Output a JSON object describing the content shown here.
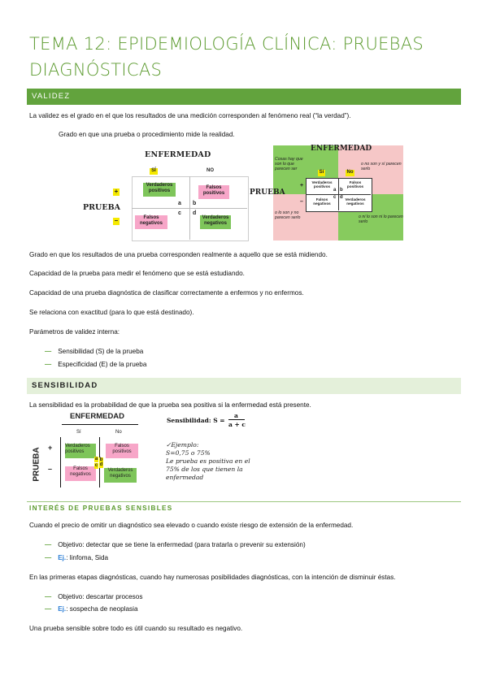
{
  "title": "TEMA 12: EPIDEMIOLOGÍA CLÍNICA: PRUEBAS DIAGNÓSTICAS",
  "sections": {
    "validez": "VALIDEZ",
    "sensibilidad": "SENSIBILIDAD",
    "interes": "INTERÉS DE PRUEBAS SENSIBLES"
  },
  "validez": {
    "intro": "La validez es el grado en el que los resultados de una medición corresponden al fenómeno real (“la verdad”).",
    "grado": "Grado en que una prueba o procedimiento mide la realidad.",
    "lines": [
      "Grado en que los resultados de una prueba corresponden realmente a aquello que se está midiendo.",
      "Capacidad de la prueba para medir el fenómeno que se está estudiando.",
      "Capacidad de una prueba diagnóstica de clasificar correctamente a enfermos y no enfermos.",
      "Se relaciona con exactitud (para lo que está destinado).",
      "Parámetros de validez interna:"
    ],
    "params": [
      "Sensibilidad (S) de la prueba",
      "Especificidad (E) de la prueba"
    ]
  },
  "diagram1": {
    "enfermedad": "ENFERMEDAD",
    "si": "SÍ",
    "no": "NO",
    "prueba": "PRUEBA",
    "plus": "+",
    "minus": "–",
    "vp": "Verdaderos positivos",
    "fp": "Falsos positivos",
    "fn": "Falsos negativos",
    "vn": "Verdaderos negativos",
    "a": "a",
    "b": "b",
    "c": "c",
    "d": "d"
  },
  "diagram2": {
    "enfermedad": "ENFERMEDAD",
    "si": "Sí",
    "no": "No",
    "prueba": "PRUEBA",
    "plus": "+",
    "minus": "–",
    "q1": "Cosas hay que son lo que parecen ser",
    "q2": "o no son y sí parecen serlo",
    "q3": "o lo son y no parecen serlo",
    "q4": "o ni lo son ni lo parecen serlo",
    "vp": "Verdaderos positivos",
    "fp": "Falsos positivos",
    "fn": "Falsos negativos",
    "vn": "Verdaderos negativos",
    "a": "a",
    "b": "b",
    "c": "c",
    "d": "d"
  },
  "sensibilidad": {
    "intro": "La sensibilidad es la probabilidad de que la prueba sea positiva si la enfermedad está presente.",
    "formula_label": "Sensibilidad: S =",
    "num": "a",
    "den": "a + c",
    "ejemplo": [
      "✓Ejemplo:",
      "S=0,75 o 75%",
      "Le prueba es positiva en el",
      "75% de los que tienen la",
      "enfermedad"
    ]
  },
  "diagram3": {
    "enfermedad": "ENFERMEDAD",
    "si": "Sí",
    "no": "No",
    "prueba": "PRUEBA",
    "plus": "+",
    "minus": "–",
    "vp": "Verdaderos positivos",
    "fp": "Falsos positivos",
    "fn": "Falsos negativos",
    "vn": "Verdaderos negativos",
    "a": "a",
    "b": "b",
    "c": "c",
    "d": "d"
  },
  "interes": {
    "p1": "Cuando el precio de omitir un diagnóstico sea elevado o cuando existe riesgo de extensión de la enfermedad.",
    "obj1_label": "Objetivo",
    "obj1": ": detectar que se tiene la enfermedad (para tratarla o prevenir su extensión)",
    "ej1_label": "Ej.",
    "ej1": ": linfoma, Sida",
    "p2": "En las primeras etapas diagnósticas, cuando hay numerosas posibilidades diagnósticas, con la intención de disminuir éstas.",
    "obj2_label": "Objetivo",
    "obj2": ": descartar procesos",
    "ej2_label": "Ej.",
    "ej2": ": sospecha de neoplasia",
    "p3": "Una prueba sensible sobre todo es útil cuando su resultado es negativo."
  },
  "colors": {
    "accent": "#62a33d",
    "pink": "#f7a6c8",
    "green": "#7ec55a",
    "link": "#2e7fd6"
  }
}
